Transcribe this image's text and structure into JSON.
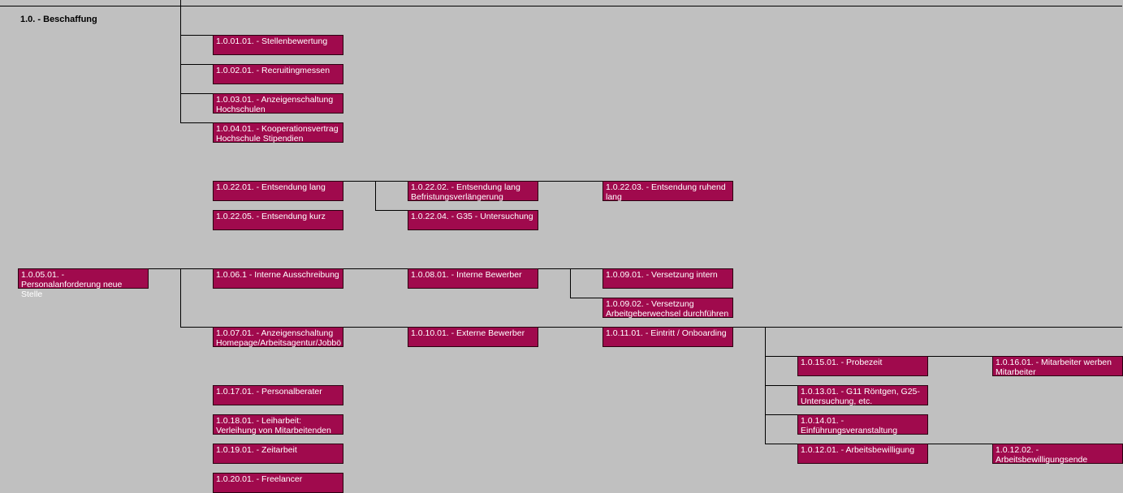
{
  "diagram": {
    "title": "1.0. - Beschaffung",
    "colors": {
      "background": "#c0c0c0",
      "box_fill": "#a00a4d",
      "box_text": "#ffffff",
      "connector": "#000000"
    },
    "nodes": [
      {
        "id": "1.0.01.01",
        "label": "1.0.01.01. - Stellenbewertung"
      },
      {
        "id": "1.0.02.01",
        "label": "1.0.02.01. - Recruitingmessen"
      },
      {
        "id": "1.0.03.01",
        "label": "1.0.03.01. - Anzeigenschaltung Hochschulen"
      },
      {
        "id": "1.0.04.01",
        "label": "1.0.04.01. - Kooperationsvertrag Hochschule Stipendien"
      },
      {
        "id": "1.0.22.01",
        "label": "1.0.22.01. - Entsendung lang"
      },
      {
        "id": "1.0.22.02",
        "label": "1.0.22.02. - Entsendung lang Befristungsverlängerung"
      },
      {
        "id": "1.0.22.03",
        "label": "1.0.22.03. - Entsendung ruhend lang"
      },
      {
        "id": "1.0.22.05",
        "label": "1.0.22.05. - Entsendung kurz"
      },
      {
        "id": "1.0.22.04",
        "label": "1.0.22.04. - G35 - Untersuchung"
      },
      {
        "id": "1.0.05.01",
        "label": "1.0.05.01. - Personalanforderung neue Stelle"
      },
      {
        "id": "1.0.06.1",
        "label": "1.0.06.1 - Interne Ausschreibung"
      },
      {
        "id": "1.0.08.01",
        "label": "1.0.08.01. - Interne Bewerber"
      },
      {
        "id": "1.0.09.01",
        "label": "1.0.09.01. - Versetzung intern"
      },
      {
        "id": "1.0.09.02",
        "label": "1.0.09.02. - Versetzung Arbeitgeberwechsel durchführen"
      },
      {
        "id": "1.0.07.01",
        "label": "1.0.07.01. - Anzeigenschaltung Homepage/Arbeitsagentur/Jobbö"
      },
      {
        "id": "1.0.10.01",
        "label": "1.0.10.01. - Externe Bewerber"
      },
      {
        "id": "1.0.11.01",
        "label": "1.0.11.01. - Eintritt / Onboarding"
      },
      {
        "id": "1.0.15.01",
        "label": "1.0.15.01. - Probezeit"
      },
      {
        "id": "1.0.16.01",
        "label": "1.0.16.01. - Mitarbeiter werben Mitarbeiter"
      },
      {
        "id": "1.0.13.01",
        "label": "1.0.13.01. - G11 Röntgen, G25-Untersuchung, etc."
      },
      {
        "id": "1.0.14.01",
        "label": "1.0.14.01. - Einführungsveranstaltung"
      },
      {
        "id": "1.0.12.01",
        "label": "1.0.12.01. - Arbeitsbewilligung"
      },
      {
        "id": "1.0.12.02",
        "label": "1.0.12.02. - Arbeitsbewilligungsende"
      },
      {
        "id": "1.0.17.01",
        "label": "1.0.17.01. - Personalberater"
      },
      {
        "id": "1.0.18.01",
        "label": "1.0.18.01. - Leiharbeit: Verleihung von Mitarbeitenden"
      },
      {
        "id": "1.0.19.01",
        "label": "1.0.19.01. - Zeitarbeit"
      },
      {
        "id": "1.0.20.01",
        "label": "1.0.20.01. - Freelancer"
      }
    ]
  }
}
